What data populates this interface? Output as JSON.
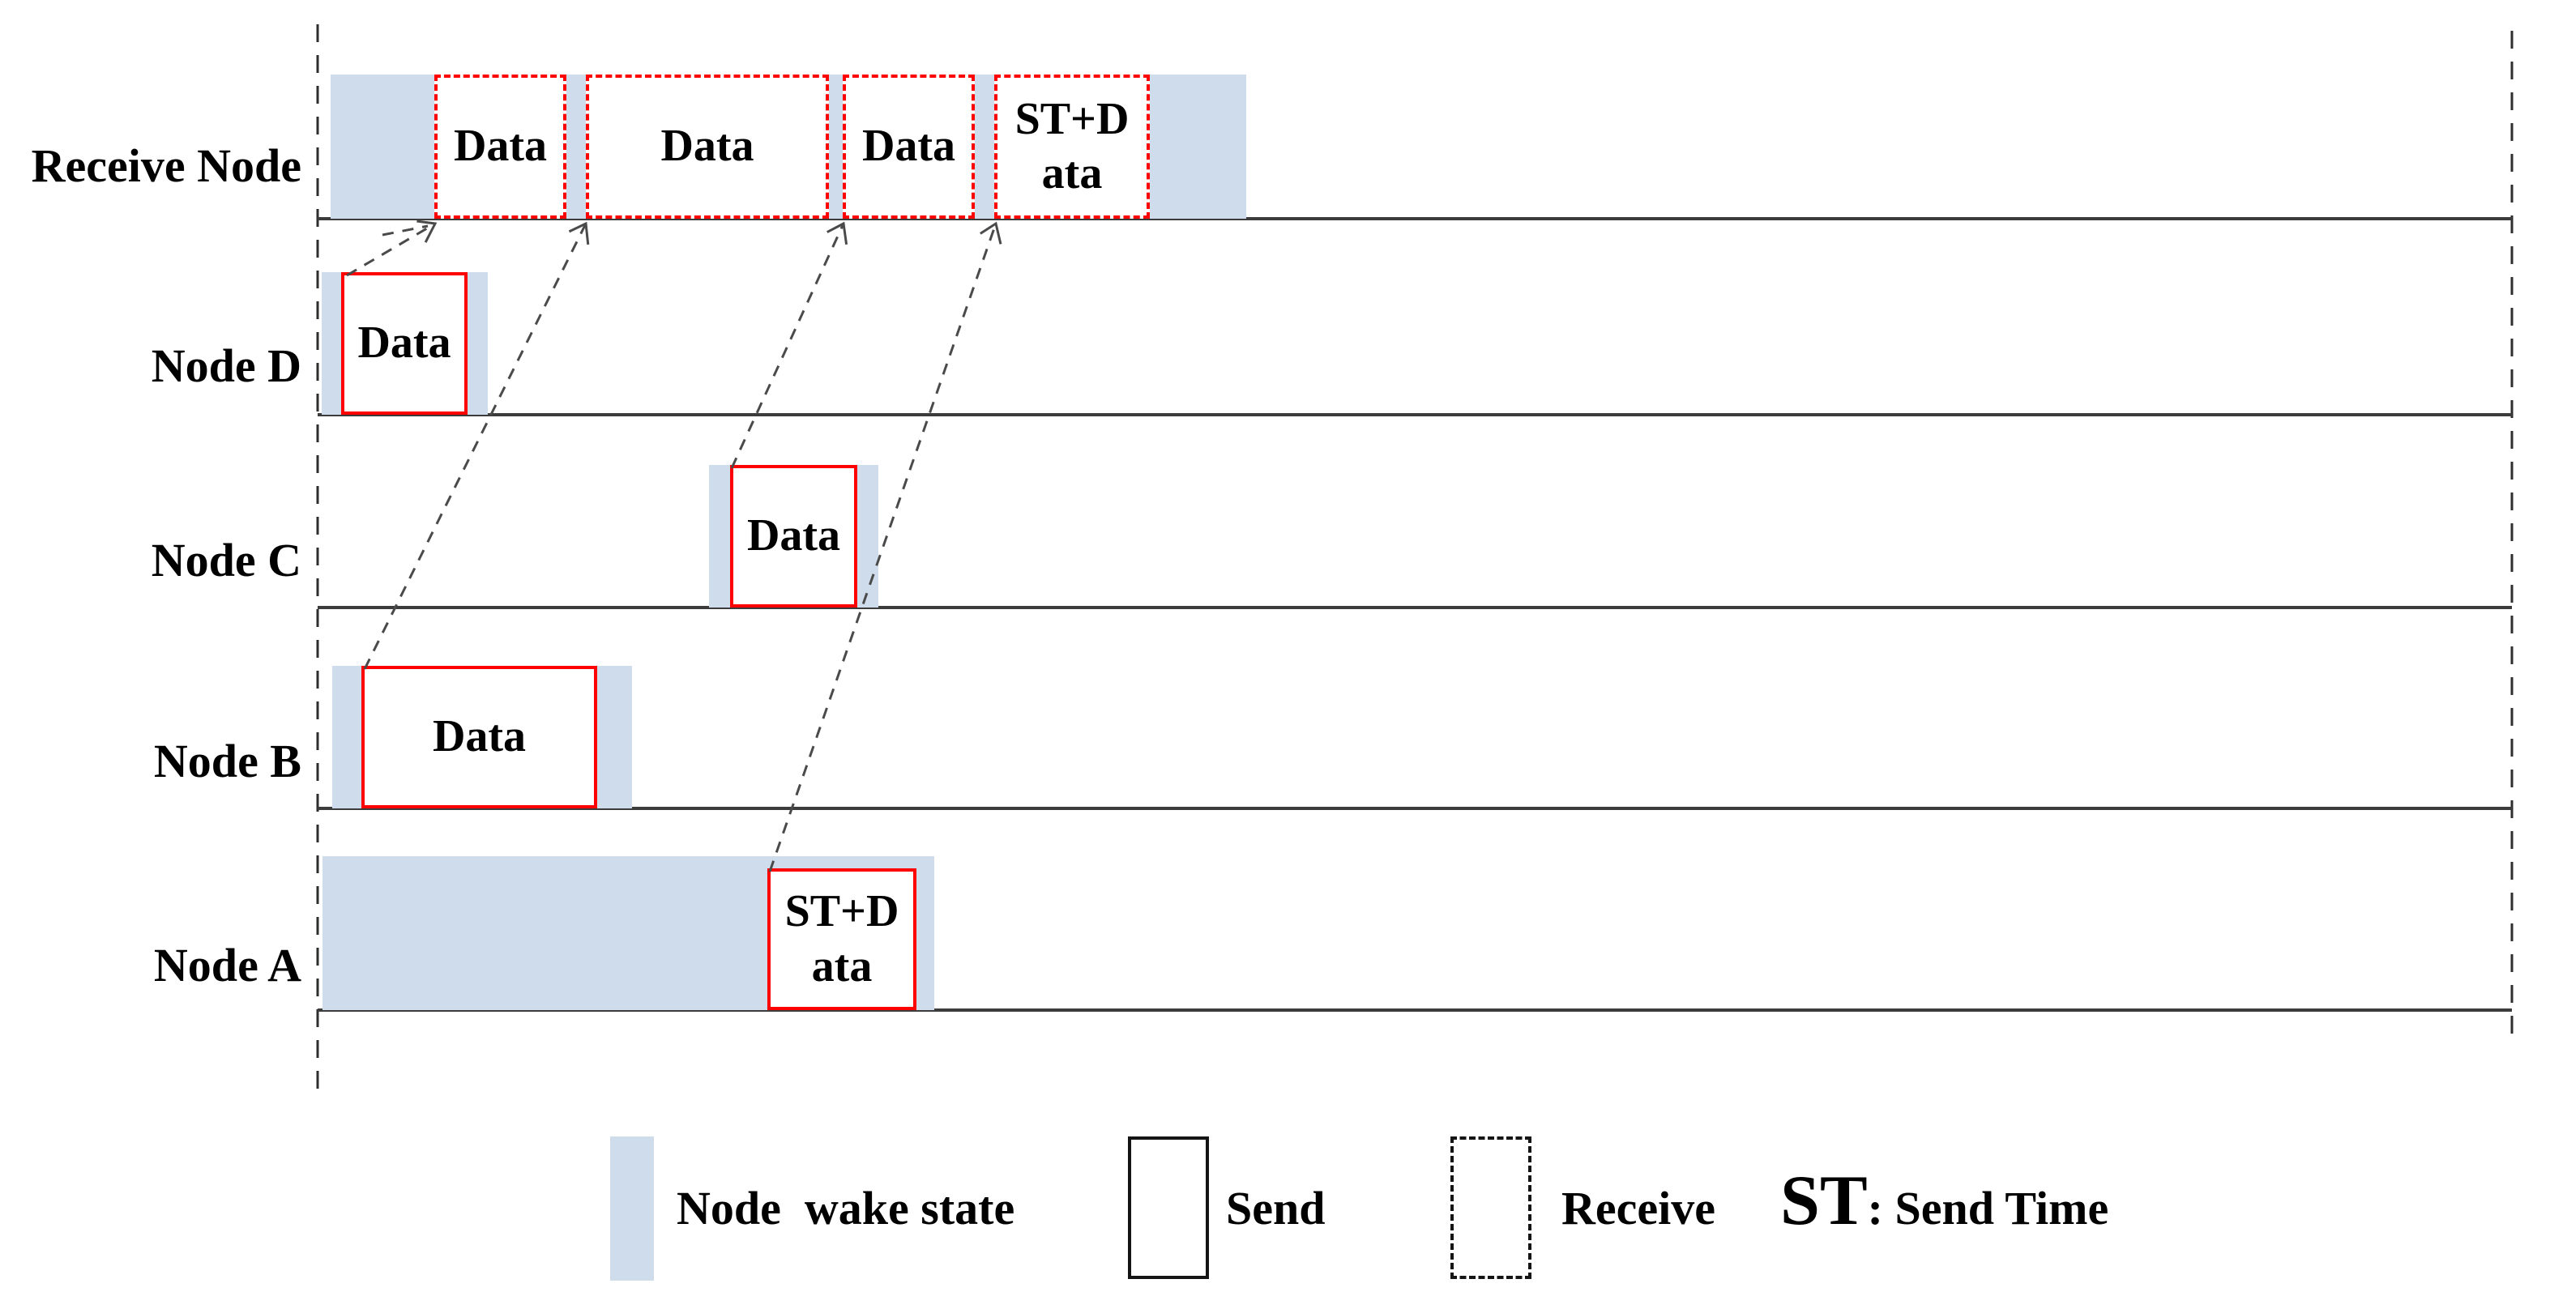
{
  "diagram": {
    "rows": [
      {
        "label": "Receive Node",
        "boxes": [
          {
            "kind": "receive",
            "lines": [
              "Data"
            ]
          },
          {
            "kind": "receive",
            "lines": [
              "Data"
            ]
          },
          {
            "kind": "receive",
            "lines": [
              "Data"
            ]
          },
          {
            "kind": "receive",
            "lines": [
              "ST+D",
              "ata"
            ]
          }
        ]
      },
      {
        "label": "Node D",
        "boxes": [
          {
            "kind": "send",
            "lines": [
              "Data"
            ]
          }
        ]
      },
      {
        "label": "Node C",
        "boxes": [
          {
            "kind": "send",
            "lines": [
              "Data"
            ]
          }
        ]
      },
      {
        "label": "Node B",
        "boxes": [
          {
            "kind": "send",
            "lines": [
              "Data"
            ]
          }
        ]
      },
      {
        "label": "Node A",
        "boxes": [
          {
            "kind": "send",
            "lines": [
              "ST+D",
              "ata"
            ]
          }
        ]
      }
    ]
  },
  "legend": {
    "wake_label": "Node  wake state",
    "send_label": "Send",
    "receive_label": "Receive",
    "st_abbr": "ST",
    "st_definition": ": Send Time"
  },
  "colors": {
    "wake_fill": "#CEDCEB",
    "send_border": "#FF0000",
    "receive_border": "#FF0000",
    "legend_box_border": "#141414",
    "timeline": "#3C3C3C",
    "arrow": "#4A4A4A",
    "text": "#000000"
  }
}
